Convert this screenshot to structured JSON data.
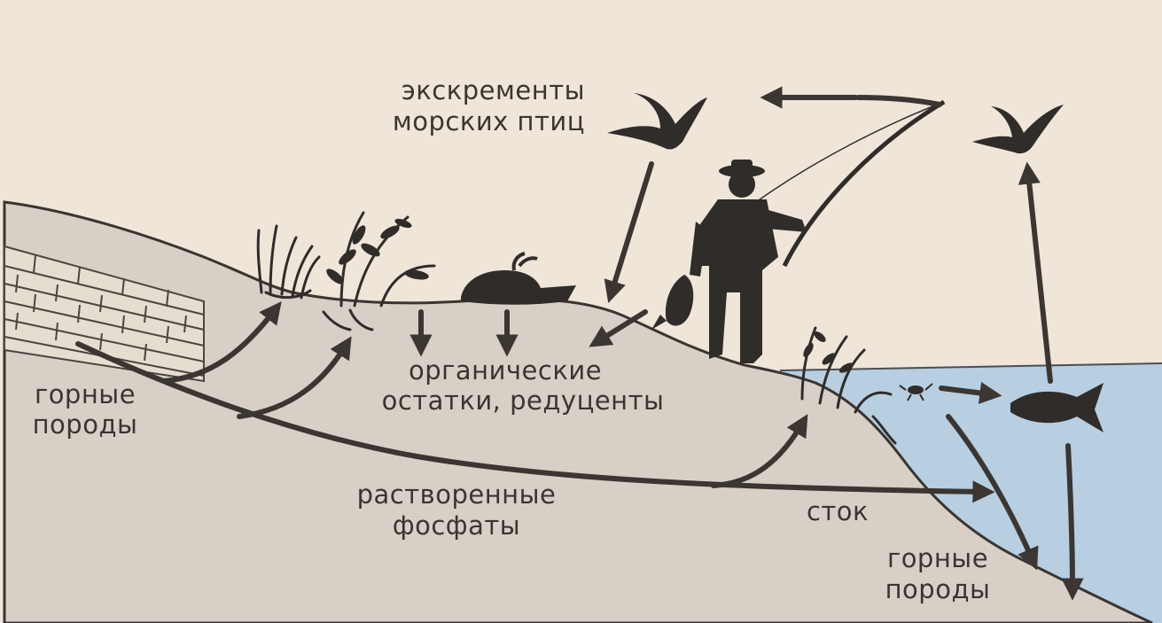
{
  "labels": {
    "seabird_droppings_line1": "экскременты",
    "seabird_droppings_line2": "морских птиц",
    "organic_remains_line1": "органические",
    "organic_remains_line2": "остатки, редуценты",
    "rocks_left_line1": "горные",
    "rocks_left_line2": "породы",
    "dissolved_phosphates_line1": "растворенные",
    "dissolved_phosphates_line2": "фосфаты",
    "runoff": "сток",
    "rocks_right_line1": "горные",
    "rocks_right_line2": "породы"
  },
  "colors": {
    "background": "#efe5d8",
    "land": "#d8d0c6",
    "water": "#b7cfe0",
    "ink": "#2f2c2a"
  }
}
